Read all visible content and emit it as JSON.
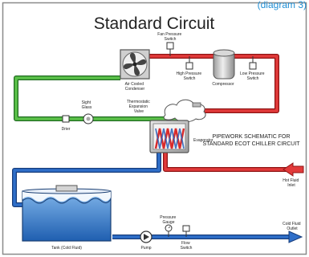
{
  "header": {
    "corner_label": "(diagram 3)",
    "title": "Standard Circuit"
  },
  "schematic_caption": {
    "line1": "PIPEWORK SCHEMATIC FOR",
    "line2": "STANDARD ECOT CHILLER CIRCUIT"
  },
  "components": {
    "fan_pressure_switch": [
      "Fan Pressure",
      "Switch"
    ],
    "condenser": [
      "Air Cooled",
      "Condenser"
    ],
    "high_pressure_switch": [
      "High Pressure",
      "Switch"
    ],
    "compressor": "Compressor",
    "low_pressure_switch": [
      "Low Pressure",
      "Switch"
    ],
    "sight_glass": [
      "Sight",
      "Glass"
    ],
    "drier": "Drier",
    "expansion_valve": [
      "Thermostatic",
      "Expansion",
      "Valve"
    ],
    "evaporator": "Evaporator",
    "hot_fluid_inlet": [
      "Hot Fluid",
      "Inlet"
    ],
    "tank": "Tank (Cold Fluid)",
    "pump": "Pump",
    "pressure_gauge": [
      "Pressure",
      "Gauge"
    ],
    "flow_switch": [
      "Flow",
      "Switch"
    ],
    "cold_fluid_outlet": [
      "Cold Fluid",
      "Outlet"
    ]
  },
  "colors": {
    "liquid_line": "#4caf3f",
    "hot_line": "#d92b2b",
    "fluid_line": "#2a62b8",
    "frame": "#8a8a8a",
    "corner_label": "#1f8fd6"
  }
}
